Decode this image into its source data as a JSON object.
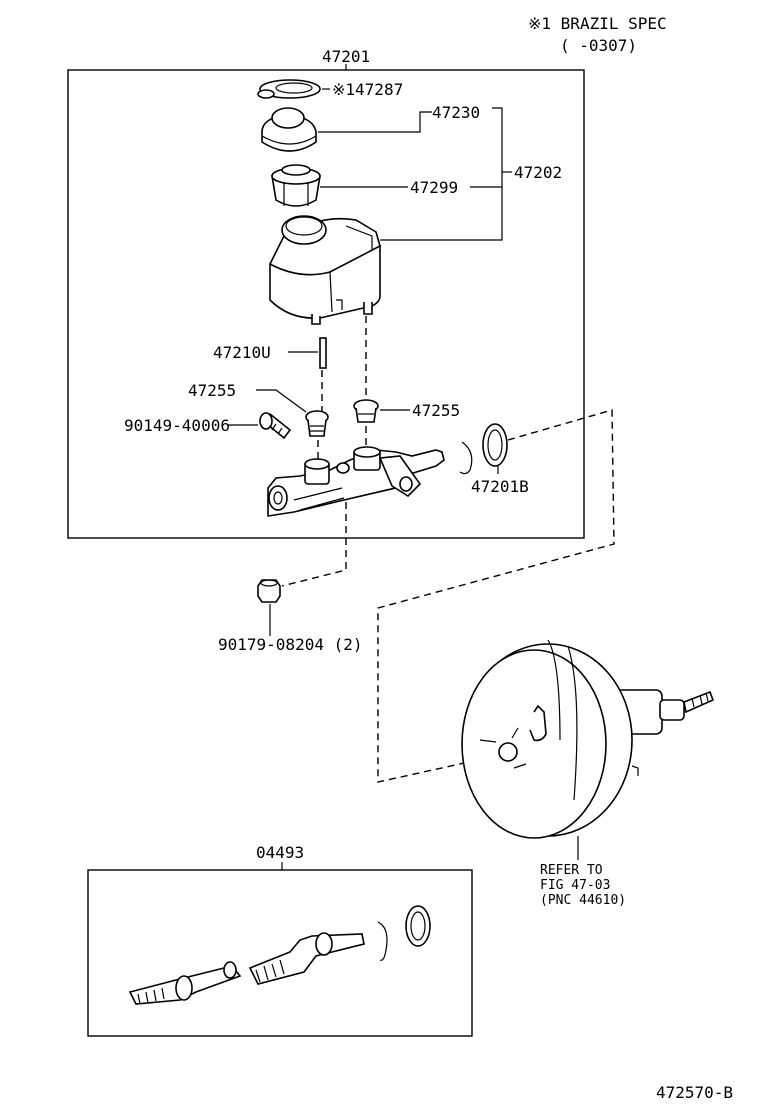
{
  "header": {
    "spec_line1": "※1 BRAZIL SPEC",
    "spec_line2": "(      -0307)"
  },
  "labels": {
    "assembly": "47201",
    "gasket": "※147287",
    "cap": "47230",
    "reservoir": "47202",
    "strainer": "47299",
    "pin": "47210U",
    "grommet_left": "47255",
    "grommet_right": "47255",
    "screw": "90149-40006",
    "oring": "47201B",
    "nut": "90179-08204 (2)",
    "kit": "04493",
    "refer_1": "REFER TO",
    "refer_2": "FIG 47-03",
    "refer_3": "(PNC 44610)",
    "figure_id": "472570-B"
  }
}
